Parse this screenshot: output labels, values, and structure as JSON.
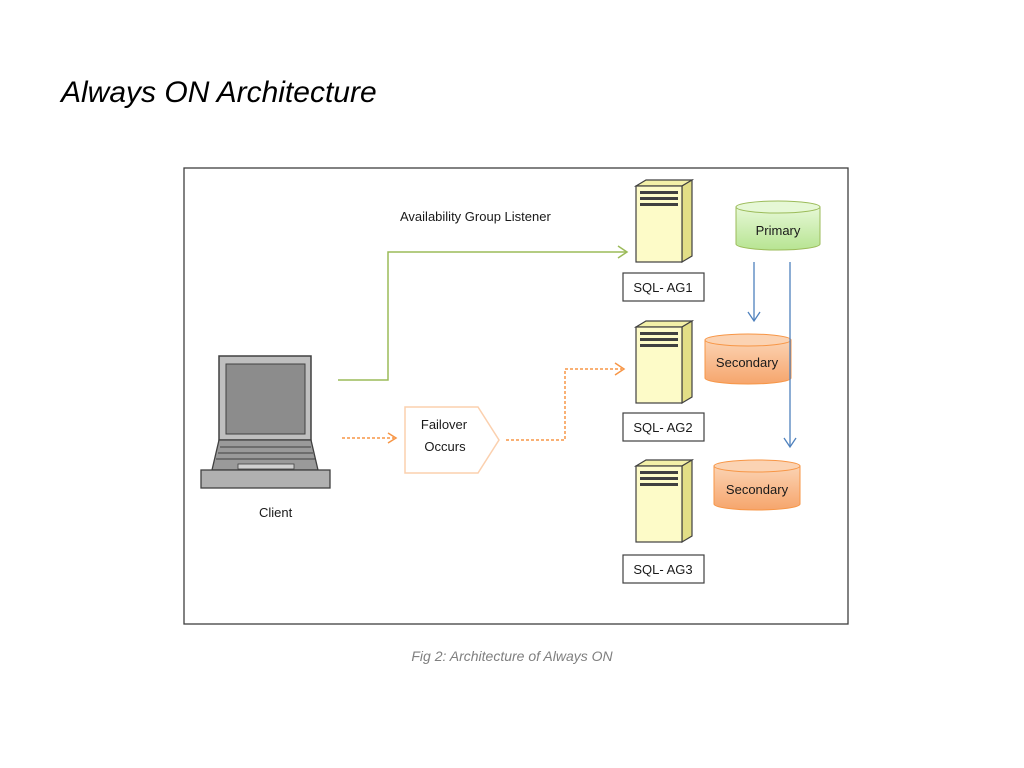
{
  "slide": {
    "title": "Always ON Architecture",
    "caption": "Fig 2: Architecture of Always ON"
  },
  "diagram": {
    "listener_label": "Availability Group Listener",
    "client_label": "Client",
    "failover_label_line1": "Failover",
    "failover_label_line2": "Occurs",
    "servers": [
      {
        "label": "SQL- AG1"
      },
      {
        "label": "SQL- AG2"
      },
      {
        "label": "SQL- AG3"
      }
    ],
    "databases": [
      {
        "label": "Primary",
        "role": "primary",
        "color": "#c6efa9"
      },
      {
        "label": "Secondary",
        "role": "secondary",
        "color": "#f8b27f"
      },
      {
        "label": "Secondary",
        "role": "secondary",
        "color": "#f8b27f"
      }
    ],
    "colors": {
      "listener_line": "#9bbb59",
      "failover_line": "#f79646",
      "replication_line": "#4f81bd",
      "server_body": "#fdfbc8"
    }
  }
}
